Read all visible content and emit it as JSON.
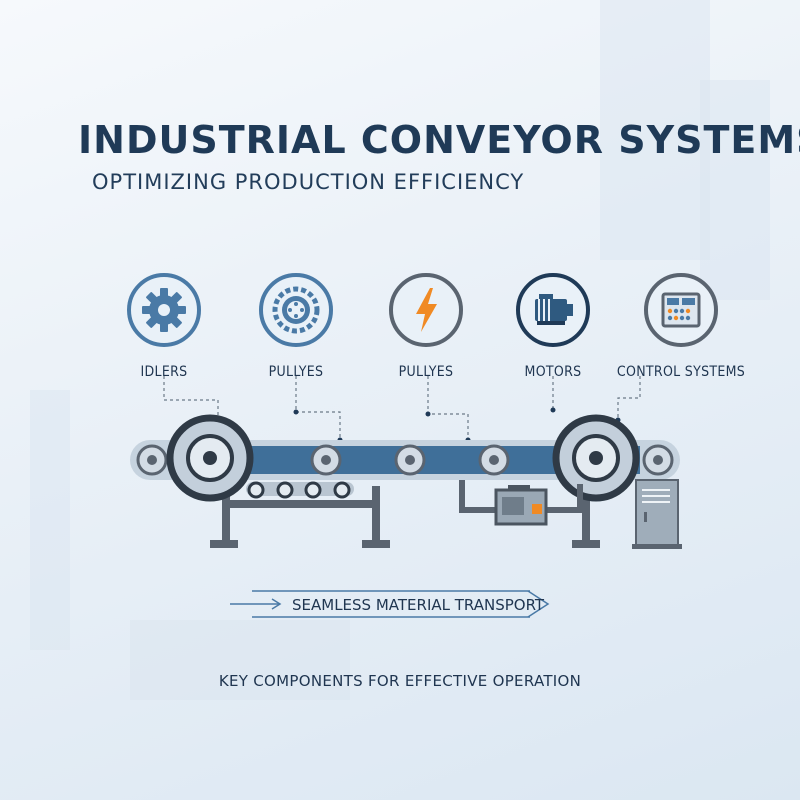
{
  "header": {
    "title": "INDUSTRIAL CONVEYOR SYSTEMS",
    "subtitle": "OPTIMIZING PRODUCTION EFFICIENCY"
  },
  "components": [
    {
      "label": "IDLERS",
      "icon": "gear-icon"
    },
    {
      "label": "PULLYES",
      "icon": "pulley-icon"
    },
    {
      "label": "PULLYES",
      "icon": "lightning-icon"
    },
    {
      "label": "MOTORS",
      "icon": "motor-icon"
    },
    {
      "label": "CONTROL SYSTEMS",
      "icon": "control-panel-icon"
    }
  ],
  "flow": {
    "label": "SEAMLESS MATERIAL TRANSPORT"
  },
  "footer": {
    "text": "KEY COMPONENTS FOR EFFECTIVE OPERATION"
  },
  "colors": {
    "navy": "#1f3a57",
    "steel_blue": "#4a7aa6",
    "belt": "#3f6f99",
    "gray": "#5a6470",
    "accent_orange": "#f08a24"
  }
}
